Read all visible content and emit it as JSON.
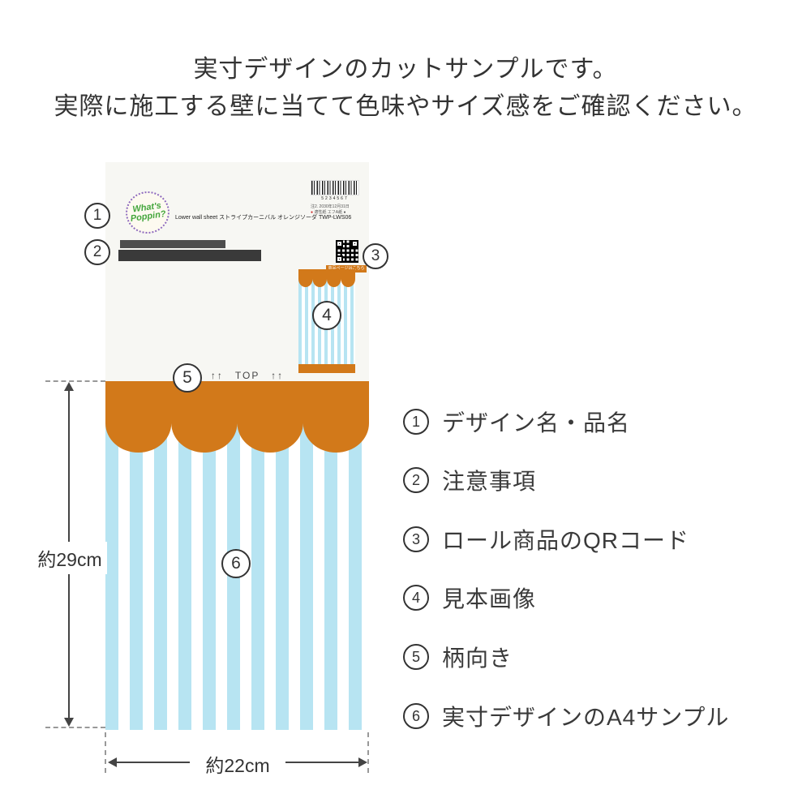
{
  "header": {
    "line1": "実寸デザインのカットサンプルです。",
    "line2": "実際に施工する壁に当てて色味やサイズ感をご確認ください。"
  },
  "sheet": {
    "logo_line1": "What's",
    "logo_line2": "Poppin?",
    "product_name": "Lower wall sheet ストライプカーニバル オレンジソーダ TWP-LWS06",
    "barcode_number": "5234567",
    "note_line1": "注2. 2030年12月31日",
    "note_bullet": "●",
    "note_line2": "適性紙 エフA紙 ●",
    "qr_caption": "商品ページはこちら",
    "top_marker": "↑↑　TOP　↑↑"
  },
  "callouts": {
    "c1": "1",
    "c2": "2",
    "c3": "3",
    "c4": "4",
    "c5": "5",
    "c6": "6"
  },
  "legend": {
    "items": [
      {
        "num": "1",
        "label": "デザイン名・品名"
      },
      {
        "num": "2",
        "label": "注意事項"
      },
      {
        "num": "3",
        "label": "ロール商品のQRコード"
      },
      {
        "num": "4",
        "label": "見本画像"
      },
      {
        "num": "5",
        "label": "柄向き"
      },
      {
        "num": "6",
        "label": "実寸デザインのA4サンプル"
      }
    ]
  },
  "measurements": {
    "height": "約29cm",
    "width": "約22cm"
  },
  "colors": {
    "orange": "#d2791a",
    "stripe_blue": "#b7e4f2",
    "paper": "#f7f7f3",
    "text_dark": "#3a3a3a",
    "logo_green": "#44a63c",
    "logo_purple": "#8f6cc0",
    "red_dot": "#cc2222"
  }
}
